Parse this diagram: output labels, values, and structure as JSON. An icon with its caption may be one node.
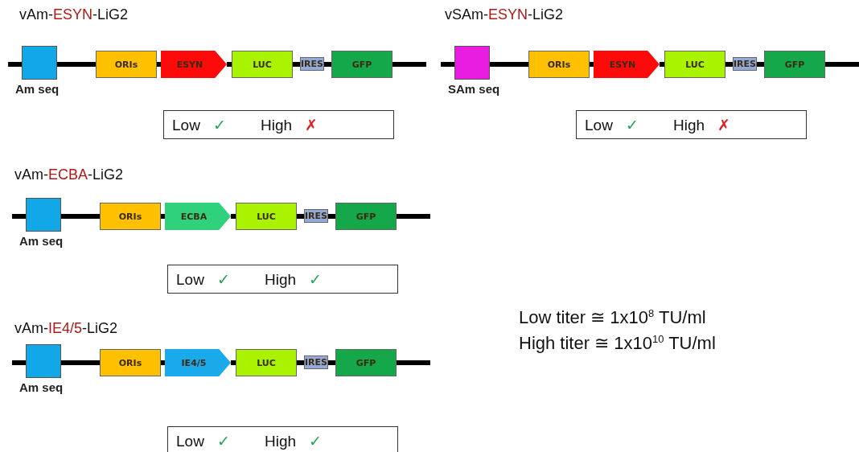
{
  "diagram": {
    "nodes": [
      {
        "text": [
          "Am seq"
        ]
      },
      {
        "text": [
          "ORIs"
        ]
      },
      {
        "text": [
          "ESYN"
        ]
      },
      {
        "text": [
          "LUC"
        ]
      },
      {
        "text": [
          "IRES"
        ]
      },
      {
        "text": [
          "GFP"
        ]
      },
      {
        "text": [
          "Low ✓",
          "High ✗"
        ]
      },
      {
        "text": [
          "SAm seq"
        ]
      },
      {
        "text": [
          "ORIs"
        ]
      },
      {
        "text": [
          "ESYN"
        ]
      },
      {
        "text": [
          "LUC"
        ]
      },
      {
        "text": [
          "IRES"
        ]
      },
      {
        "text": [
          "GFP"
        ]
      },
      {
        "text": [
          "Low ✓",
          "High ✗"
        ]
      },
      {
        "text": [
          "Am seq"
        ]
      },
      {
        "text": [
          "ORIs"
        ]
      },
      {
        "text": [
          "ECBA"
        ]
      },
      {
        "text": [
          "LUC"
        ]
      },
      {
        "text": [
          "IRES"
        ]
      },
      {
        "text": [
          "GFP"
        ]
      },
      {
        "text": [
          "Low ✓",
          "High ✓"
        ]
      },
      {
        "text": [
          "Am seq"
        ]
      },
      {
        "text": [
          "ORIs"
        ]
      },
      {
        "text": [
          "IE4/5"
        ]
      },
      {
        "text": [
          "LUC"
        ]
      },
      {
        "text": [
          "IRES"
        ]
      },
      {
        "text": [
          "GFP"
        ]
      },
      {
        "text": [
          "Low ✓",
          "High ✓"
        ]
      }
    ],
    "edges": [
      {
        "from": null,
        "to": 0,
        "arrow": "none"
      },
      {
        "from": 0,
        "to": 1,
        "arrow": "none"
      },
      {
        "from": 1,
        "to": 2,
        "arrow": "none"
      },
      {
        "from": 2,
        "to": 3,
        "arrow": "none"
      },
      {
        "from": 3,
        "to": 4,
        "arrow": "none"
      },
      {
        "from": 4,
        "to": 5,
        "arrow": "none"
      },
      {
        "from": 5,
        "to": null,
        "arrow": "none"
      },
      {
        "from": null,
        "to": 7,
        "arrow": "none"
      },
      {
        "from": 7,
        "to": 8,
        "arrow": "none"
      },
      {
        "from": 8,
        "to": 9,
        "arrow": "none"
      },
      {
        "from": 9,
        "to": 10,
        "arrow": "none"
      },
      {
        "from": 10,
        "to": 11,
        "arrow": "none"
      },
      {
        "from": 11,
        "to": 12,
        "arrow": "none"
      },
      {
        "from": 12,
        "to": null,
        "arrow": "none"
      },
      {
        "from": null,
        "to": 14,
        "arrow": "none"
      },
      {
        "from": 14,
        "to": 15,
        "arrow": "none"
      },
      {
        "from": 15,
        "to": 16,
        "arrow": "none"
      },
      {
        "from": 16,
        "to": 17,
        "arrow": "none"
      },
      {
        "from": 17,
        "to": 18,
        "arrow": "none"
      },
      {
        "from": 18,
        "to": 19,
        "arrow": "none"
      },
      {
        "from": 19,
        "to": null,
        "arrow": "none"
      },
      {
        "from": null,
        "to": 21,
        "arrow": "none"
      },
      {
        "from": 21,
        "to": 22,
        "arrow": "none"
      },
      {
        "from": 22,
        "to": 23,
        "arrow": "none"
      },
      {
        "from": 23,
        "to": 24,
        "arrow": "none"
      },
      {
        "from": 24,
        "to": 25,
        "arrow": "none"
      },
      {
        "from": 25,
        "to": 26,
        "arrow": "none"
      },
      {
        "from": 26,
        "to": null,
        "arrow": "none"
      }
    ],
    "labels": [
      "vAm-ESYN-LiG2",
      "vSAm-ESYN-LiG2",
      "vAm-ECBA-LiG2",
      "vAm-IE4/5-LiG2",
      "Low titer ≅ 1x10$^{8}$ TU/ml",
      "High titer ≅ 1x10$^{10}$ TU/ml"
    ]
  }
}
